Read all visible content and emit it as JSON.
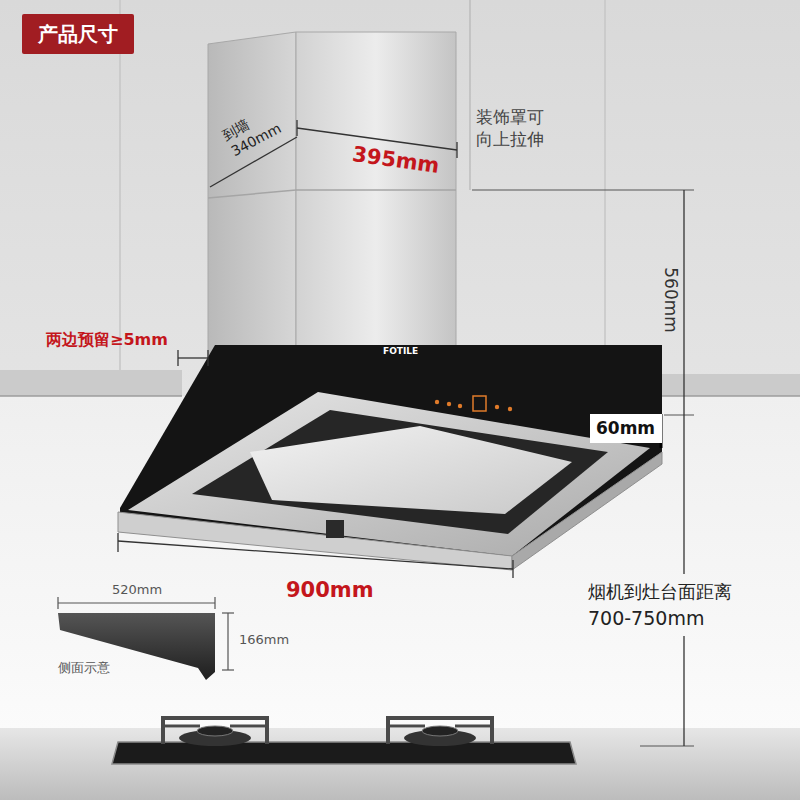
{
  "diagram": {
    "title": "产品尺寸",
    "nodes": [
      {
        "text": [
          "60mm"
        ]
      }
    ],
    "labels": [
      "到墙 340mm",
      "395mm",
      "装饰罩可 向上拉伸",
      "560mm",
      "两边预留≥5mm",
      "FOTILE",
      "900mm",
      "520mm",
      "166mm",
      "侧面示意",
      "烟机到灶台面距离",
      "700-750mm"
    ]
  }
}
